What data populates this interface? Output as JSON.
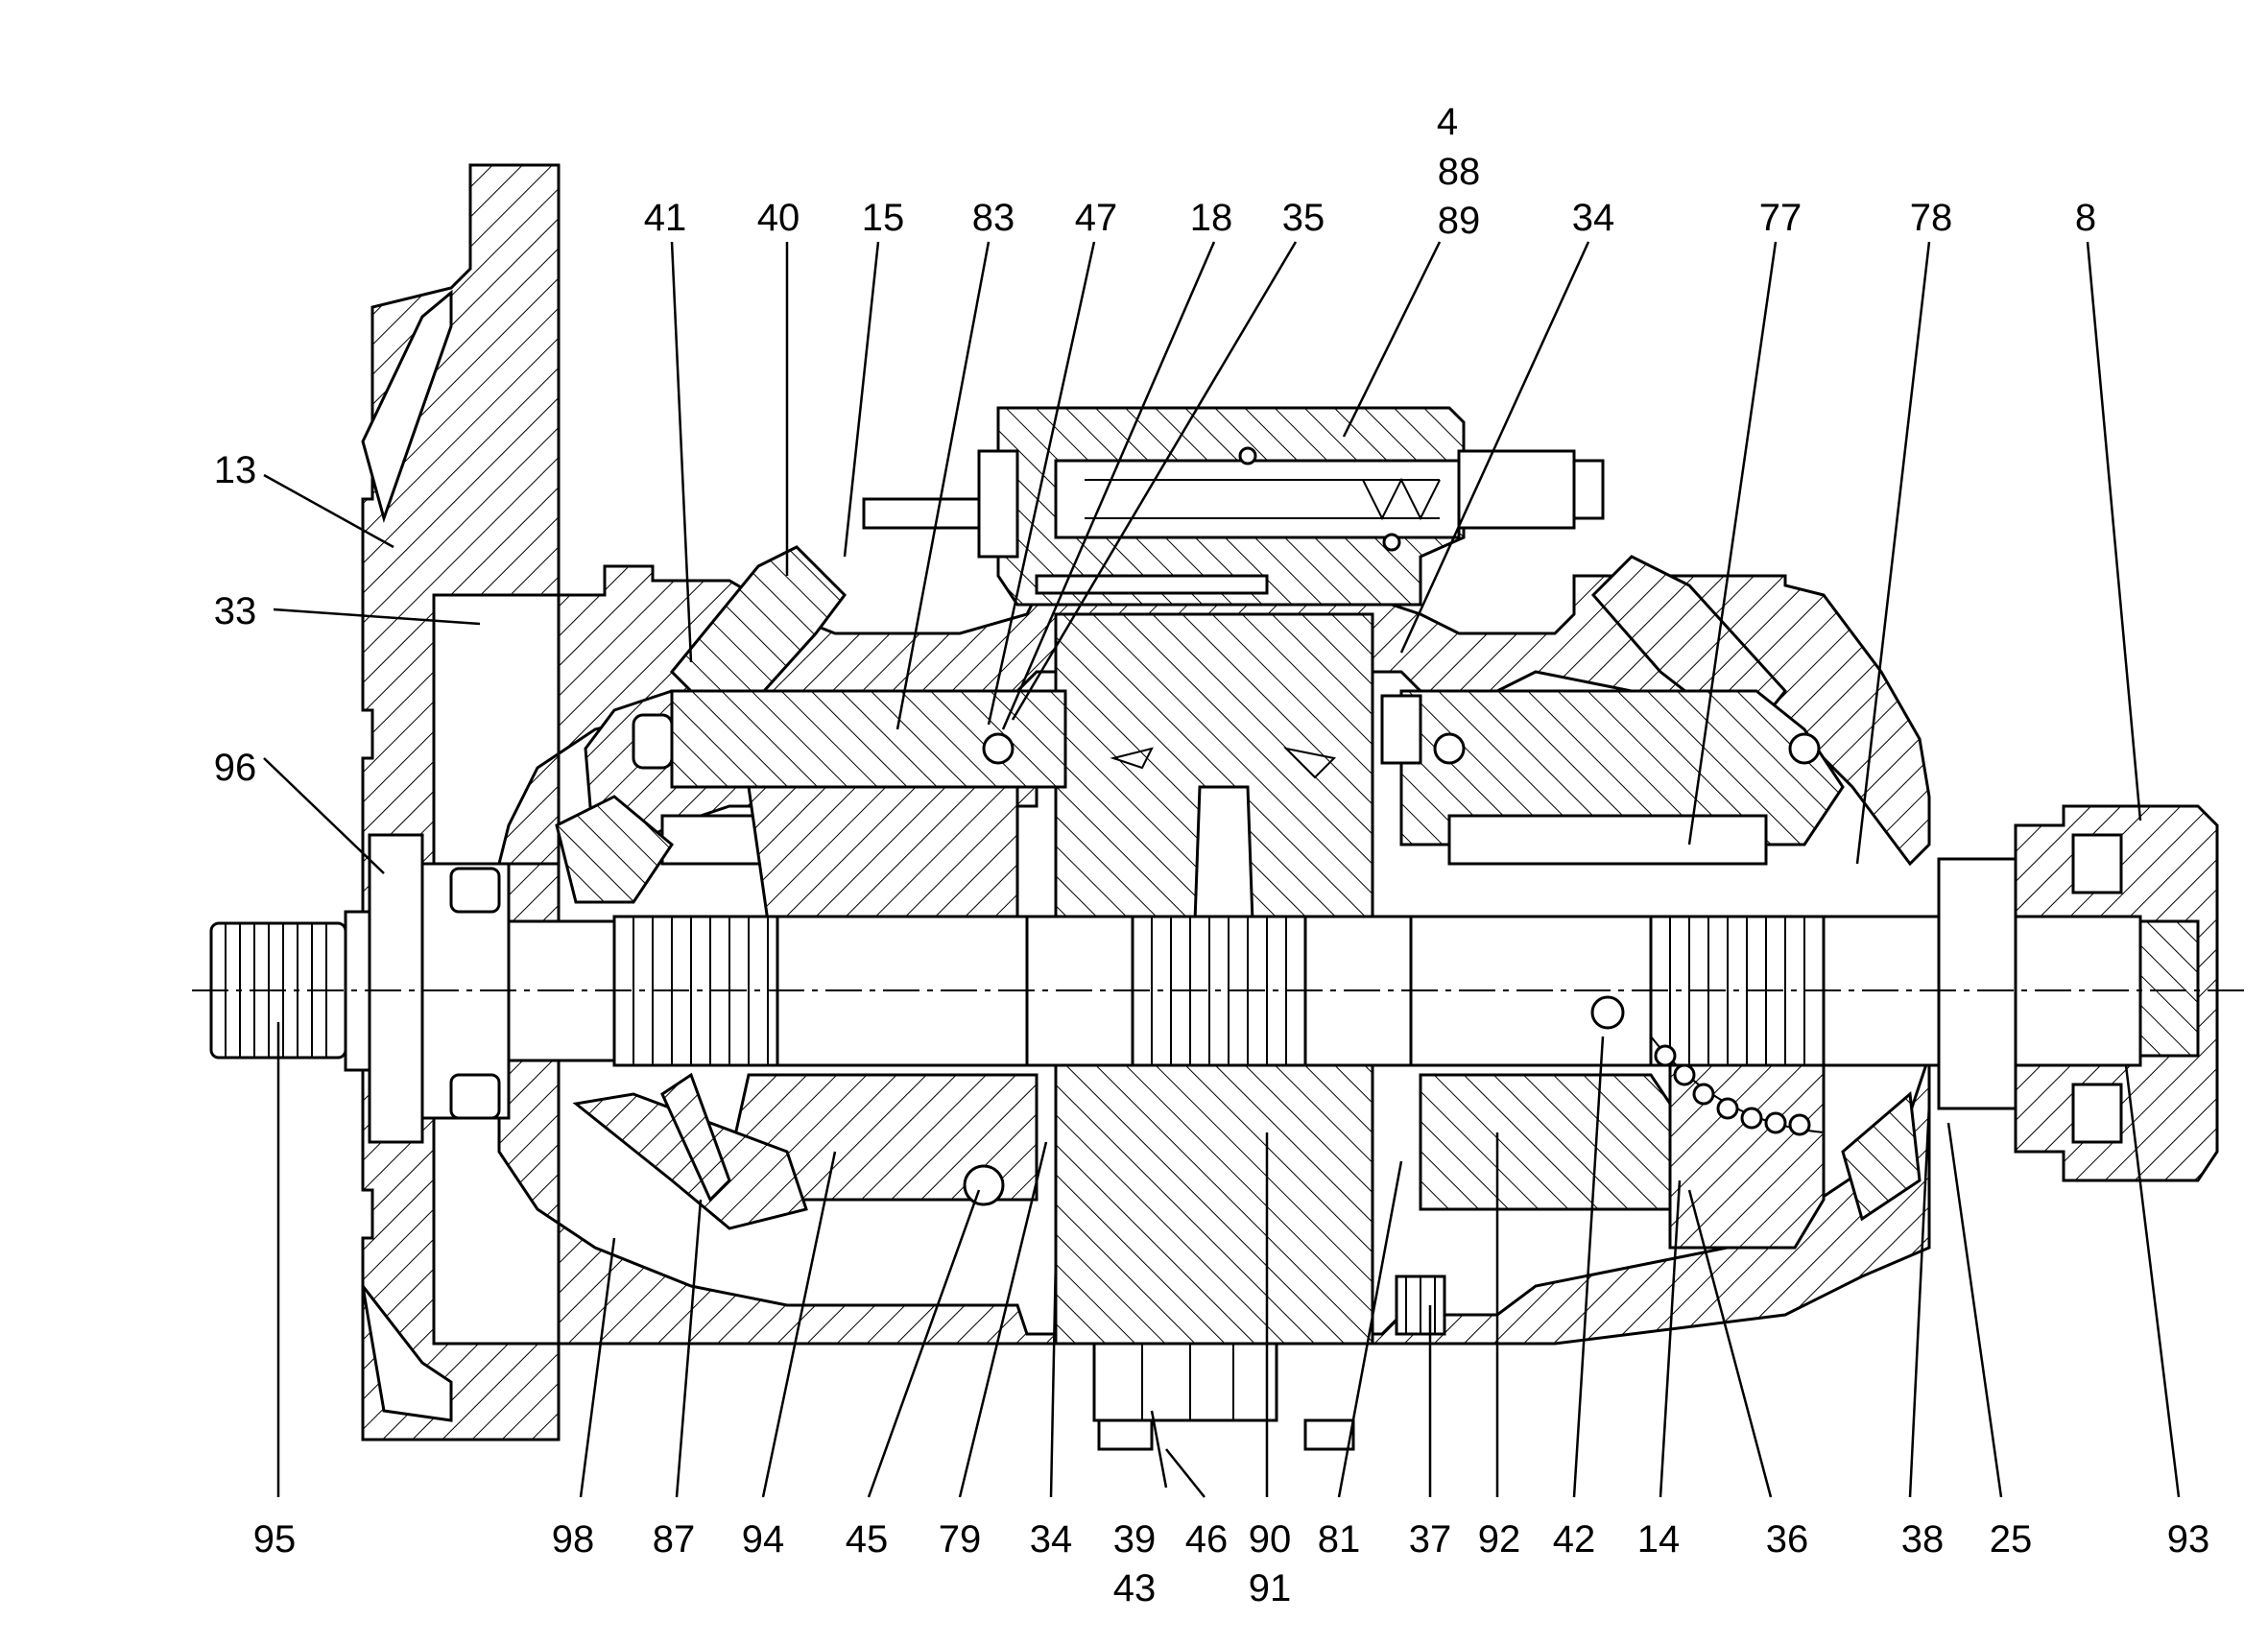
{
  "callouts": {
    "top": [
      {
        "id": "41",
        "text": "41"
      },
      {
        "id": "40",
        "text": "40"
      },
      {
        "id": "15",
        "text": "15"
      },
      {
        "id": "83",
        "text": "83"
      },
      {
        "id": "47",
        "text": "47"
      },
      {
        "id": "18",
        "text": "18"
      },
      {
        "id": "35",
        "text": "35"
      },
      {
        "id": "4",
        "text": "4"
      },
      {
        "id": "88",
        "text": "88"
      },
      {
        "id": "89",
        "text": "89"
      },
      {
        "id": "34a",
        "text": "34"
      },
      {
        "id": "77",
        "text": "77"
      },
      {
        "id": "78",
        "text": "78"
      },
      {
        "id": "8",
        "text": "8"
      }
    ],
    "left": [
      {
        "id": "13",
        "text": "13"
      },
      {
        "id": "33",
        "text": "33"
      },
      {
        "id": "96",
        "text": "96"
      }
    ],
    "bottom": [
      {
        "id": "95",
        "text": "95"
      },
      {
        "id": "98",
        "text": "98"
      },
      {
        "id": "87",
        "text": "87"
      },
      {
        "id": "94",
        "text": "94"
      },
      {
        "id": "45",
        "text": "45"
      },
      {
        "id": "79",
        "text": "79"
      },
      {
        "id": "34b",
        "text": "34"
      },
      {
        "id": "39",
        "text": "39"
      },
      {
        "id": "43",
        "text": "43"
      },
      {
        "id": "46",
        "text": "46"
      },
      {
        "id": "90",
        "text": "90"
      },
      {
        "id": "91",
        "text": "91"
      },
      {
        "id": "81",
        "text": "81"
      },
      {
        "id": "37",
        "text": "37"
      },
      {
        "id": "92",
        "text": "92"
      },
      {
        "id": "42",
        "text": "42"
      },
      {
        "id": "14",
        "text": "14"
      },
      {
        "id": "36",
        "text": "36"
      },
      {
        "id": "38",
        "text": "38"
      },
      {
        "id": "25",
        "text": "25"
      },
      {
        "id": "93",
        "text": "93"
      }
    ]
  }
}
